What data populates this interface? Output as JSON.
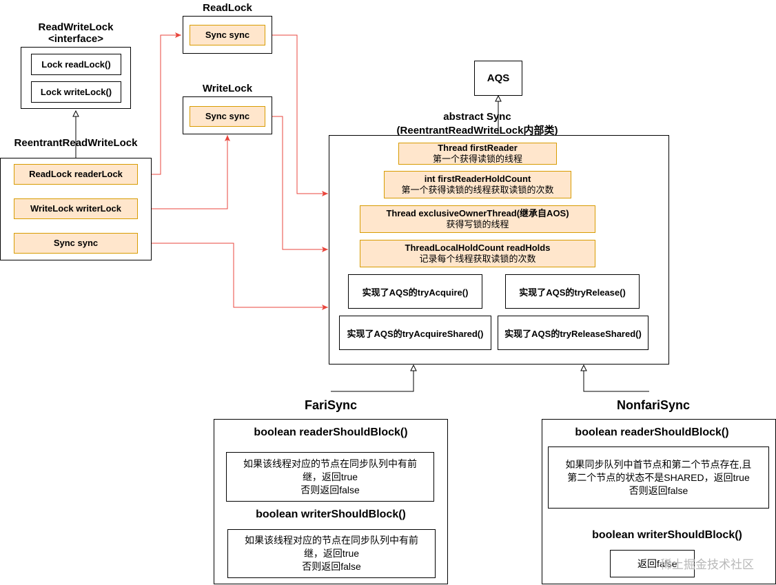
{
  "interface": {
    "title_line1": "ReadWriteLock",
    "title_line2": "<interface>",
    "method1": "Lock readLock()",
    "method2": "Lock writeLock()"
  },
  "reentrant": {
    "title": "ReentrantReadWriteLock",
    "field1": "ReadLock readerLock",
    "field2": "WriteLock writerLock",
    "field3": "Sync sync"
  },
  "readlock": {
    "title": "ReadLock",
    "field": "Sync sync"
  },
  "writelock": {
    "title": "WriteLock",
    "field": "Sync sync"
  },
  "aqs": {
    "label": "AQS"
  },
  "sync": {
    "title_line1": "abstract Sync",
    "title_line2": "(ReentrantReadWriteLock内部类)",
    "fields": [
      {
        "line1": "Thread firstReader",
        "line2": "第一个获得读锁的线程"
      },
      {
        "line1": "int firstReaderHoldCount",
        "line2": "第一个获得读锁的线程获取读锁的次数"
      },
      {
        "line1": "Thread exclusiveOwnerThread(继承自AOS)",
        "line2": "获得写锁的线程"
      },
      {
        "line1": "ThreadLocalHoldCount readHolds",
        "line2": "记录每个线程获取读锁的次数"
      }
    ],
    "methods": {
      "tryAcquire": "实现了AQS的tryAcquire()",
      "tryRelease": "实现了AQS的tryRelease()",
      "tryAcquireShared": "实现了AQS的tryAcquireShared()",
      "tryReleaseShared": "实现了AQS的tryReleaseShared()"
    }
  },
  "fair": {
    "title": "FariSync",
    "reader_method": "boolean readerShouldBlock()",
    "reader_desc": {
      "line1": "如果该线程对应的节点在同步队列中有前",
      "line2": "继，返回true",
      "line3": "否则返回false"
    },
    "writer_method": "boolean writerShouldBlock()",
    "writer_desc": {
      "line1": "如果该线程对应的节点在同步队列中有前",
      "line2": "继，返回true",
      "line3": "否则返回false"
    }
  },
  "nonfair": {
    "title": "NonfariSync",
    "reader_method": "boolean readerShouldBlock()",
    "reader_desc": {
      "line1": "如果同步队列中首节点和第二个节点存在,且",
      "line2": "第二个节点的状态不是SHARED，返回true",
      "line3": "否则返回false"
    },
    "writer_method": "boolean writerShouldBlock()",
    "writer_desc": "返回false"
  },
  "watermark": "稀土掘金技术社区",
  "colors": {
    "field_fill": "#ffe6cc",
    "field_border": "#d79b00",
    "arrow_red": "#e8453c"
  }
}
